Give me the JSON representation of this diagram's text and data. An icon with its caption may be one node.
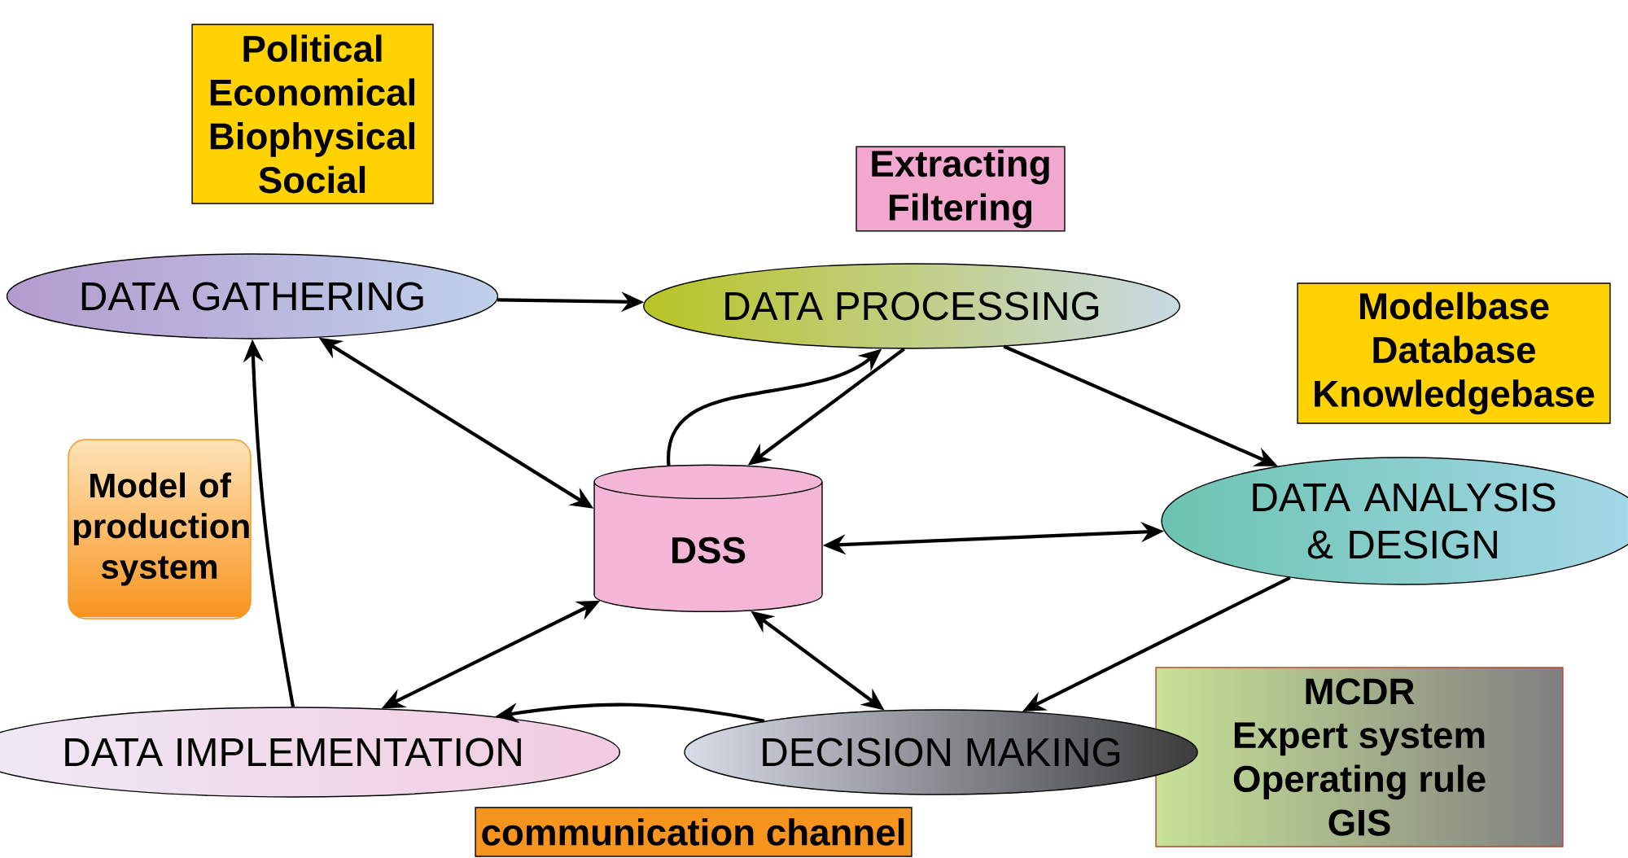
{
  "diagram": {
    "nodes": [
      {
        "text": [
          "Political",
          "Economical",
          "Biophysical",
          "Social"
        ]
      },
      {
        "text": [
          "Extracting",
          "Filtering"
        ]
      },
      {
        "text": [
          "DATA GATHERING"
        ]
      },
      {
        "text": [
          "DATA PROCESSING"
        ]
      },
      {
        "text": [
          "Modelbase",
          "Database",
          "Knowledgebase"
        ]
      },
      {
        "text": [
          "Model of production system"
        ]
      },
      {
        "text": [
          "DSS"
        ]
      },
      {
        "text": [
          "DATA ANALYSIS & DESIGN"
        ]
      },
      {
        "text": [
          "MCDR",
          "Expert system",
          "Operating rule",
          "GIS"
        ]
      },
      {
        "text": [
          "DATA IMPLEMENTATION"
        ]
      },
      {
        "text": [
          "DECISION MAKING"
        ]
      },
      {
        "text": [
          "communication channel"
        ]
      }
    ],
    "edges": [
      {
        "from": 2,
        "to": 3,
        "arrow": "to"
      },
      {
        "from": 2,
        "to": 6,
        "arrow": "both"
      },
      {
        "from": 6,
        "to": 3,
        "arrow": "to"
      },
      {
        "from": 3,
        "to": 6,
        "arrow": "to"
      },
      {
        "from": 3,
        "to": 7,
        "arrow": "to"
      },
      {
        "from": 6,
        "to": 7,
        "arrow": "both"
      },
      {
        "from": 7,
        "to": 10,
        "arrow": "to"
      },
      {
        "from": 6,
        "to": 10,
        "arrow": "both"
      },
      {
        "from": 10,
        "to": 9,
        "arrow": "to"
      },
      {
        "from": 6,
        "to": 9,
        "arrow": "both"
      },
      {
        "from": 9,
        "to": 2,
        "arrow": "to"
      }
    ]
  }
}
